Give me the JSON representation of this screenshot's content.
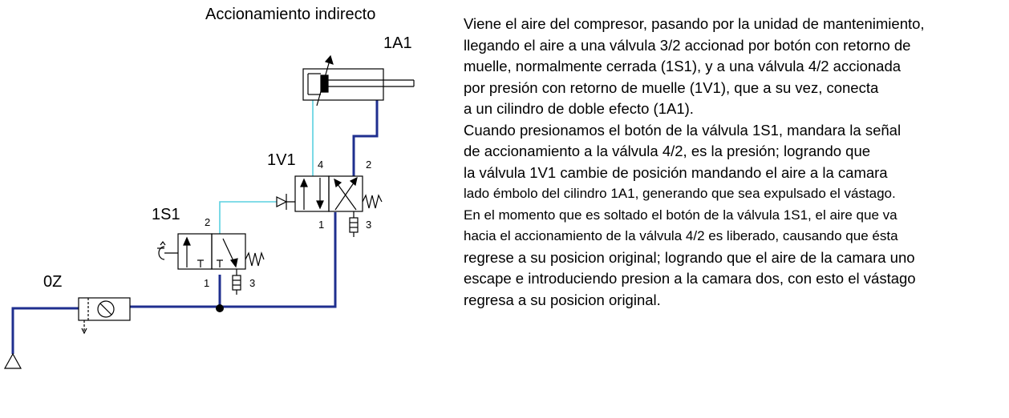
{
  "title": "Accionamiento indirecto",
  "labels": {
    "cylinder": "1A1",
    "valve_4_2": "1V1",
    "valve_3_2": "1S1",
    "supply": "0Z",
    "v42_port_4": "4",
    "v42_port_2": "2",
    "v42_port_1": "1",
    "v42_port_3": "3",
    "v32_port_2": "2",
    "v32_port_1": "1",
    "v32_port_3": "3"
  },
  "description": [
    "Viene el aire del compresor, pasando por la unidad de mantenimiento,",
    "llegando el aire a una válvula 3/2 accionad por botón con retorno de",
    "muelle, normalmente cerrada (1S1), y a una válvula 4/2 accionada",
    "por presión con retorno de muelle (1V1), que a su vez, conecta",
    "a un cilindro de doble efecto (1A1).",
    "Cuando presionamos el botón de la válvula 1S1, mandara la señal",
    "de accionamiento a la válvula 4/2, es la presión; logrando que",
    "la válvula 1V1 cambie de posición mandando el aire a la camara",
    "lado émbolo del cilindro 1A1, generando que sea expulsado el vástago.",
    "En el momento que es soltado el botón de la válvula 1S1, el aire que va",
    "hacia el accionamiento de la válvula 4/2 es liberado, causando que ésta",
    "regrese a su posicion original; logrando que el aire de la camara uno",
    "escape e introduciendo presion a la camara dos, con esto el vástago",
    "regresa a su posicion original."
  ],
  "colors": {
    "pressure_line": "#1f2f8f",
    "signal_line": "#5ad0e0",
    "symbol": "#000000",
    "background": "#ffffff"
  }
}
